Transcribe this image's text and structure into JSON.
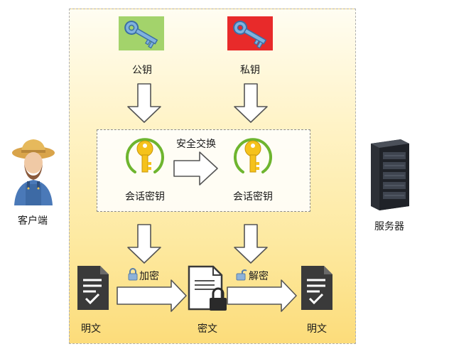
{
  "client": {
    "label": "客户端"
  },
  "server": {
    "label": "服务器"
  },
  "keys": {
    "public": "公钥",
    "private": "私钥"
  },
  "exchange": {
    "label": "安全交换",
    "left_key": "会话密钥",
    "right_key": "会话密钥"
  },
  "flow": {
    "encrypt": "加密",
    "decrypt": "解密",
    "plaintext_left": "明文",
    "ciphertext": "密文",
    "plaintext_right": "明文"
  },
  "colors": {
    "public_key_bg": "#a3d36b",
    "private_key_bg": "#e82a2a",
    "session_key": "#f5c21b",
    "ring": "#6eb52f",
    "doc": "#3a3a3a"
  }
}
